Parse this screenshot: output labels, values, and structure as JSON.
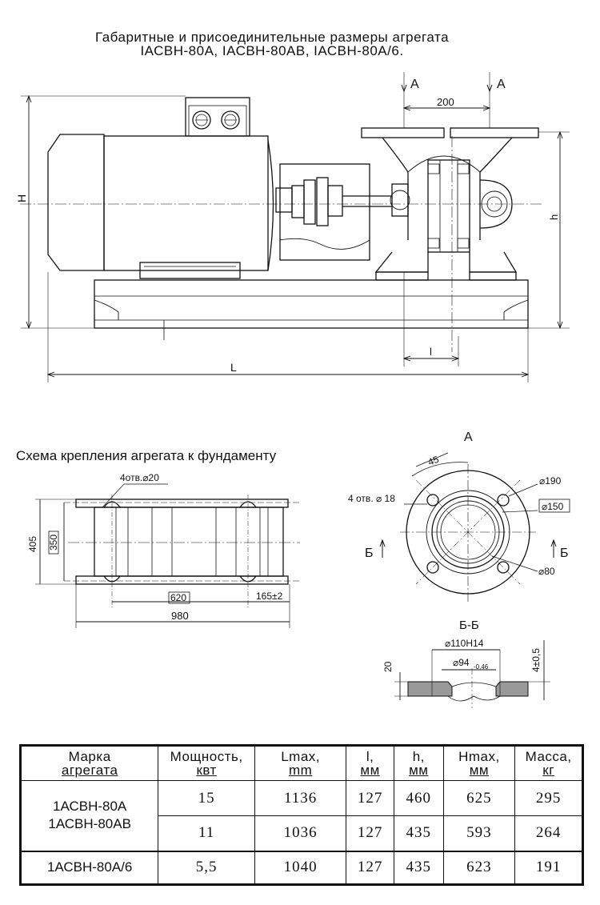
{
  "title": {
    "line1": "Габаритные и присоединительные размеры агрегата",
    "line2": "IАСВН-80А, IАСВН-80АВ, IАСВН-80А/6."
  },
  "main_view": {
    "section_a_left": "А",
    "section_a_right": "А",
    "dim_200": "200",
    "dim_H": "Н",
    "dim_h": "h",
    "dim_l": "l",
    "dim_L": "L"
  },
  "mounting": {
    "heading": "Схема крепления агрегата к фундаменту",
    "holes": "4отв.⌀20",
    "dim_405": "405",
    "dim_350": "350",
    "dim_620": "620",
    "dim_165": "165±2",
    "dim_980": "980"
  },
  "flange": {
    "view_label": "А",
    "angle": "45",
    "holes": "4 отв. ⌀ 18",
    "d190": "⌀190",
    "d150": "⌀150",
    "d80": "⌀80",
    "cut_left": "Б",
    "cut_right": "Б"
  },
  "section_bb": {
    "label": "Б-Б",
    "d110": "⌀110Н14",
    "d94": "⌀94",
    "d94_tol": "-0,46",
    "dim_20": "20",
    "dim_4": "4±0,5"
  },
  "table": {
    "headers": [
      {
        "l1": "Марка",
        "l2": "агрегата"
      },
      {
        "l1": "Мощность,",
        "l2": "квт"
      },
      {
        "l1": "Lmax,",
        "l2": "mm"
      },
      {
        "l1": "l,",
        "l2": "мм"
      },
      {
        "l1": "h,",
        "l2": "мм"
      },
      {
        "l1": "Hmax,",
        "l2": "мм"
      },
      {
        "l1": "Масса,",
        "l2": "кг"
      }
    ],
    "group1": {
      "model1": "1АСВН-80А",
      "model2": "1АСВН-80АВ"
    },
    "rows": [
      {
        "power": "15",
        "lmax": "1136",
        "l": "127",
        "h": "460",
        "hmax": "625",
        "mass": "295"
      },
      {
        "power": "11",
        "lmax": "1036",
        "l": "127",
        "h": "435",
        "hmax": "593",
        "mass": "264"
      },
      {
        "model": "1АСВН-80А/6",
        "power": "5,5",
        "lmax": "1040",
        "l": "127",
        "h": "435",
        "hmax": "623",
        "mass": "191"
      }
    ]
  }
}
